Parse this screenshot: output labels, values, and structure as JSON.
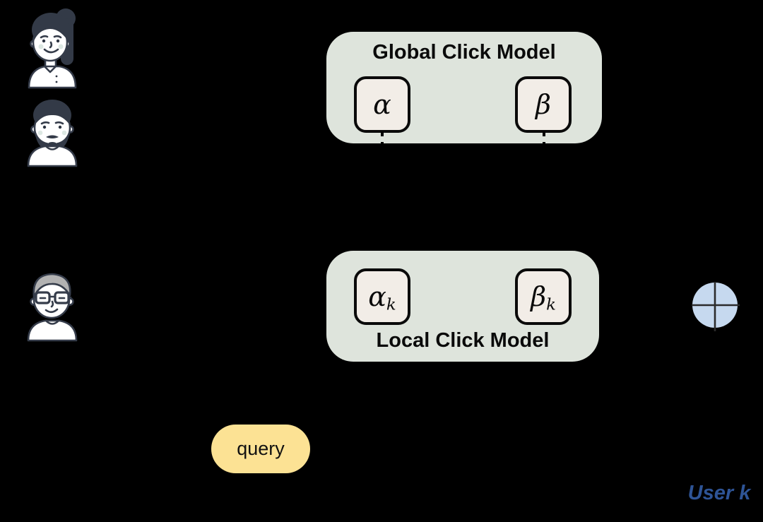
{
  "figure": {
    "background": "#000000",
    "description": "Federated click model diagram"
  },
  "global_model": {
    "title": "Global Click Model",
    "params": [
      {
        "base": "α",
        "sub": ""
      },
      {
        "base": "β",
        "sub": ""
      }
    ]
  },
  "local_model": {
    "title": "Local Click Model",
    "params": [
      {
        "base": "α",
        "sub": "k"
      },
      {
        "base": "β",
        "sub": "k"
      }
    ]
  },
  "query": {
    "label": "query"
  },
  "user_k": {
    "label": "User k"
  },
  "icons": {
    "aggregator": "circled-plus",
    "global_users": [
      "woman-user-avatar",
      "bearded-man-user-avatar"
    ],
    "local_user": "glasses-man-user-avatar"
  },
  "colors": {
    "model_box_fill": "#dee4dc",
    "param_box_fill": "#f2ede7",
    "query_fill": "#fce294",
    "aggregator_fill": "#c6d9ef",
    "aggregator_cross": "#2b2b2b",
    "connector_color": "#000000",
    "user_label_color": "#2e5496"
  }
}
